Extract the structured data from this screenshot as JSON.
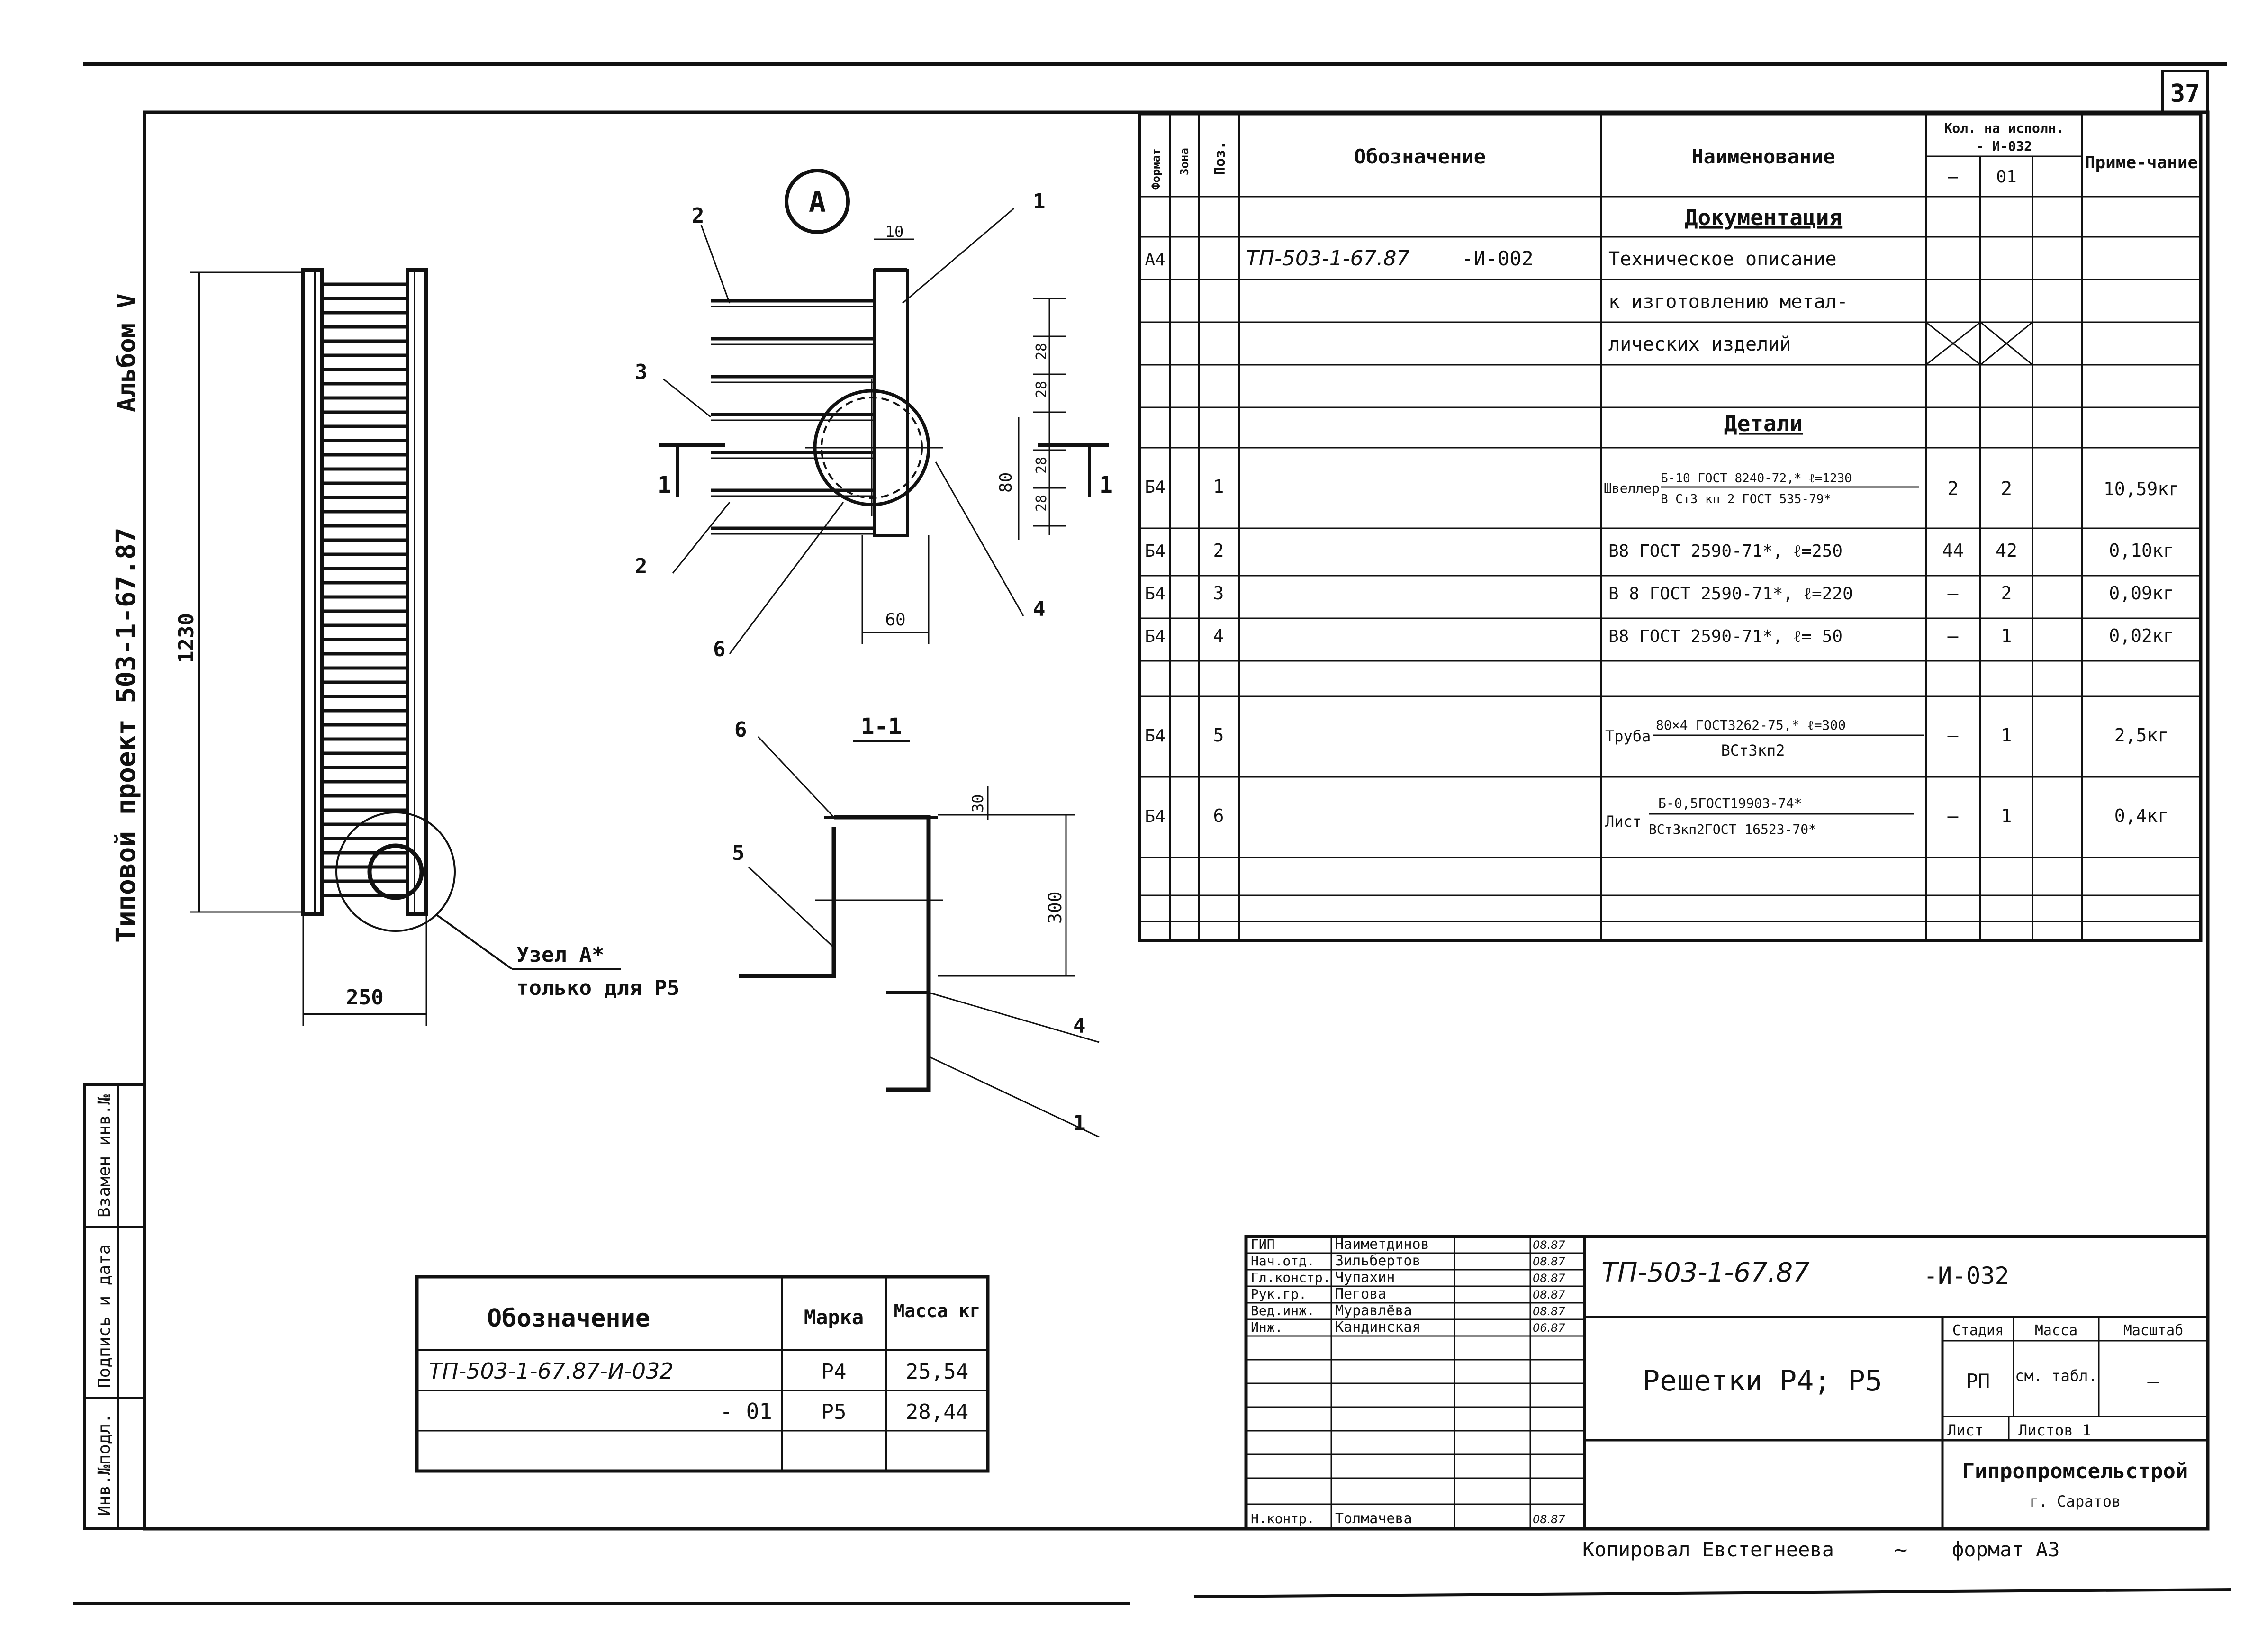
{
  "sheet": {
    "page_number": "37",
    "album": "Альбом V",
    "project": "Типовой проект 503-1-67.87",
    "side_stamp": [
      "Инв.№подл.",
      "Подпись и дата",
      "Взамен инв.№"
    ]
  },
  "drawing": {
    "detail_ref": "А",
    "dim_height": "1230",
    "dim_width": "250",
    "node_label": "Узел А*",
    "node_note": "только для Р5",
    "section_label": "1-1",
    "cut_mark": "1",
    "pos": {
      "p1": "1",
      "p2": "2",
      "p3": "3",
      "p4": "4",
      "p5": "5",
      "p6": "6"
    },
    "dims": {
      "d10": "10",
      "d28a": "28",
      "d28b": "28",
      "d28c": "28",
      "d28d": "28",
      "d80": "80",
      "d60": "60",
      "d30": "30",
      "d300": "300"
    }
  },
  "spec_table": {
    "headers": {
      "format": "Формат",
      "zone": "Зона",
      "pos": "Поз.",
      "designation": "Обозначение",
      "name": "Наименование",
      "qty": "Кол. на исполн.",
      "qty_sub": "- И-032",
      "qty_col1": "—",
      "qty_col2": "01",
      "note": "Приме-чание"
    },
    "sections": {
      "documentation": "Документация",
      "details": "Детали"
    },
    "doc_row": {
      "format": "А4",
      "designation": "ТП-503-1-67.87",
      "designation_suffix": "-И-002",
      "name_lines": [
        "Техническое описание",
        "к изготовлению метал-",
        "лических изделий"
      ]
    },
    "rows": [
      {
        "format": "Б4",
        "pos": "1",
        "name_prefix": "Швеллер",
        "name_top": "Б-10 ГОСТ 8240-72,* ℓ=1230",
        "name_bottom": "В Ст3 кп 2 ГОСТ 535-79*",
        "q1": "2",
        "q2": "2",
        "note": "10,59кг"
      },
      {
        "format": "Б4",
        "pos": "2",
        "name": "В8 ГОСТ 2590-71*,  ℓ=250",
        "q1": "44",
        "q2": "42",
        "note": "0,10кг"
      },
      {
        "format": "Б4",
        "pos": "3",
        "name": "В 8 ГОСТ 2590-71*,  ℓ=220",
        "q1": "—",
        "q2": "2",
        "note": "0,09кг"
      },
      {
        "format": "Б4",
        "pos": "4",
        "name": "В8 ГОСТ 2590-71*,  ℓ= 50",
        "q1": "—",
        "q2": "1",
        "note": "0,02кг"
      },
      {
        "format": "Б4",
        "pos": "5",
        "name_prefix": "Труба",
        "name_top": "80×4 ГОСТ3262-75,* ℓ=300",
        "name_bottom": "ВСт3кп2",
        "q1": "—",
        "q2": "1",
        "note": "2,5кг"
      },
      {
        "format": "Б4",
        "pos": "6",
        "name_prefix": "Лист",
        "name_top": "Б-0,5ГОСТ19903-74*",
        "name_bottom": "ВСт3кп2ГОСТ 16523-70*",
        "q1": "—",
        "q2": "1",
        "note": "0,4кг"
      }
    ]
  },
  "mass_table": {
    "headers": {
      "designation": "Обозначение",
      "mark": "Марка",
      "mass": "Масса кг"
    },
    "rows": [
      {
        "designation": "ТП-503-1-67.87-И-032",
        "mark": "Р4",
        "mass": "25,54"
      },
      {
        "designation": "- 01",
        "mark": "Р5",
        "mass": "28,44"
      }
    ]
  },
  "title_block": {
    "roles": [
      {
        "role": "ГИП",
        "name": "Наиметдинов",
        "date": "08.87"
      },
      {
        "role": "Нач.отд.",
        "name": "Зильбертов",
        "date": "08.87"
      },
      {
        "role": "Гл.констр.",
        "name": "Чупахин",
        "date": "08.87"
      },
      {
        "role": "Рук.гр.",
        "name": "Пегова",
        "date": "08.87"
      },
      {
        "role": "Вед.инж.",
        "name": "Муравлёва",
        "date": "08.87"
      },
      {
        "role": "Инж.",
        "name": "Кандинская",
        "date": "06.87"
      }
    ],
    "control": {
      "role": "Н.контр.",
      "name": "Толмачева",
      "date": "08.87"
    },
    "doc_number": "ТП-503-1-67.87",
    "doc_suffix": "-И-032",
    "title": "Решетки Р4; Р5",
    "stage_label": "Стадия",
    "mass_label": "Масса",
    "scale_label": "Масштаб",
    "stage_value": "РП",
    "mass_value": "см. табл.",
    "scale_value": "—",
    "sheet_label": "Лист",
    "sheets_label": "Листов 1",
    "org": "Гипропромсельстрой",
    "city": "г. Саратов"
  },
  "footer": {
    "copied": "Копировал Евстегнеева",
    "format": "формат А3"
  }
}
